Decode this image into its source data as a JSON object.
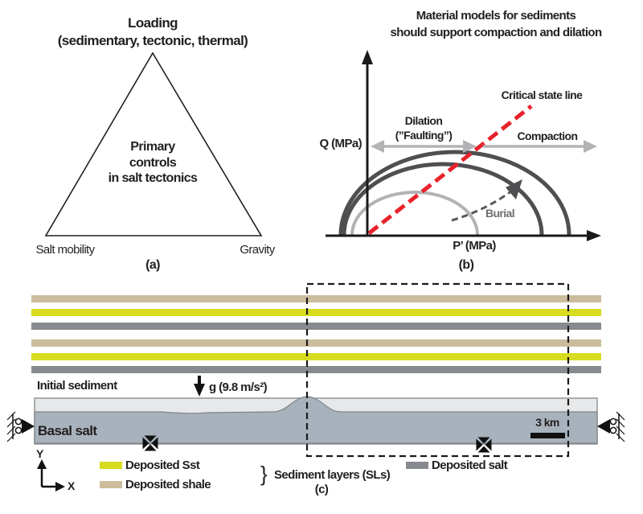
{
  "panel_a": {
    "title_line1": "Loading",
    "title_line2": "(sedimentary, tectonic, thermal)",
    "center_line1": "Primary",
    "center_line2": "controls",
    "center_line3": "in salt tectonics",
    "corner_left": "Salt mobility",
    "corner_right": "Gravity",
    "label": "(a)"
  },
  "panel_b": {
    "title_line1": "Material models for sediments",
    "title_line2": "should support compaction and dilation",
    "y_axis_label": "Q (MPa)",
    "x_axis_label": "P’ (MPa)",
    "critical_state_label": "Critical state line",
    "dilation_line1": "Dilation",
    "dilation_line2": "(”Faulting”)",
    "compaction_label": "Compaction",
    "burial_label": "Burial",
    "label": "(b)"
  },
  "panel_c": {
    "initial_sediment_label": "Initial sediment",
    "gravity_label": "g (9.8 m/s²)",
    "basal_salt_label": "Basal salt",
    "scale_bar_label": "3 km",
    "axis_y_label": "Y",
    "axis_x_label": "X",
    "layer_stripes": [
      "shale",
      "sst",
      "salt_layer",
      "shale",
      "sst",
      "salt_layer"
    ],
    "legend": {
      "sst_label": "Deposited Sst",
      "shale_label": "Deposited shale",
      "salt_label": "Deposited salt",
      "brace": "}",
      "sediment_layers_label": "Sediment layers (SLs)"
    },
    "label": "(c)"
  },
  "colors": {
    "sst": "#d7dc21",
    "shale": "#cbbc9c",
    "salt_layer": "#878b90",
    "basal_salt": "#a8b2bd",
    "initial_sediment": "#e7e8e9",
    "critical_line": "#e8222b",
    "yield_dark": "#4f4f51",
    "yield_light": "#b1b3b5",
    "gray_arrow": "#b1b3b5",
    "text_dark": "#231f20"
  }
}
